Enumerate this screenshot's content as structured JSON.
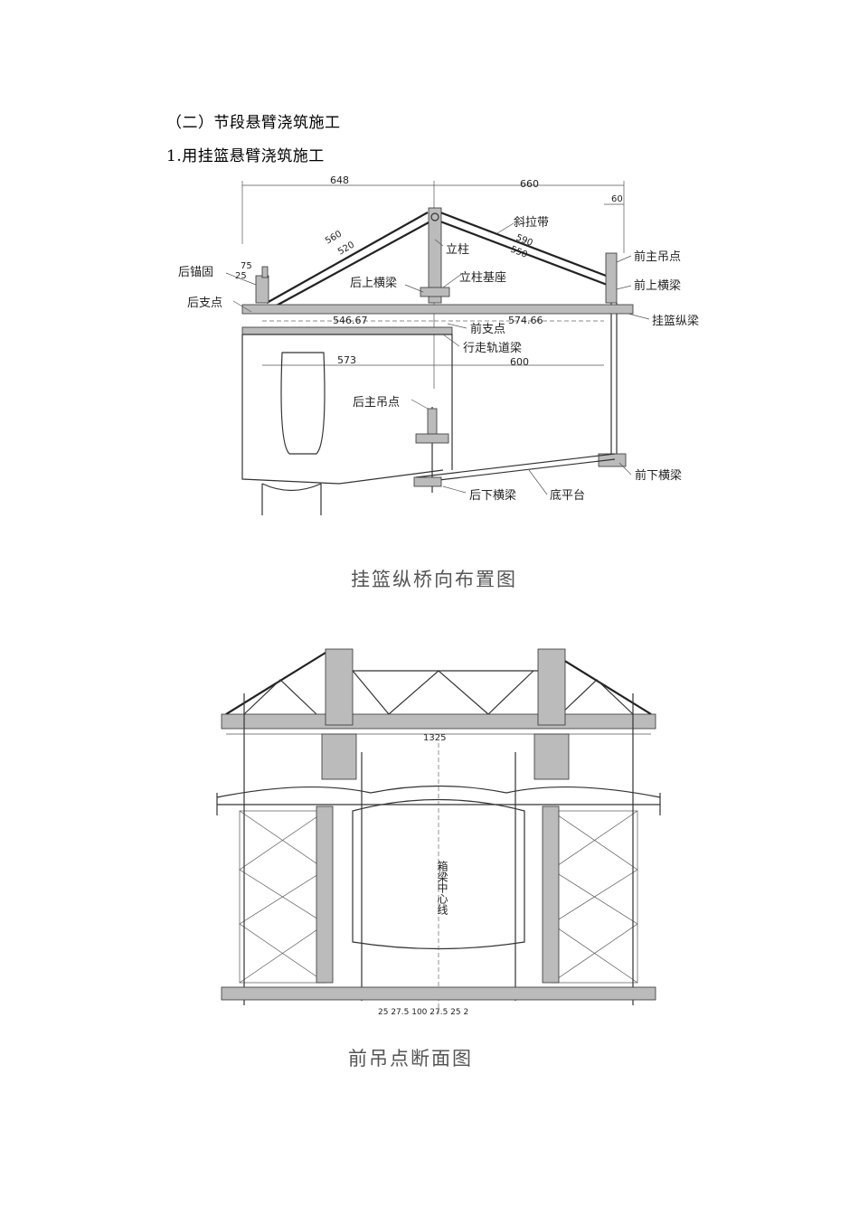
{
  "section_heading": "（二）节段悬臂浇筑施工",
  "sub_heading": "1.用挂篮悬臂浇筑施工",
  "figure1": {
    "caption": "挂篮纵桥向布置图",
    "dims": {
      "d648": "648",
      "d660": "660",
      "d60": "60",
      "d75": "75",
      "d25": "25",
      "d560": "560",
      "d520": "520",
      "d590": "590",
      "d550": "550",
      "d546": "546.67",
      "d574": "574.66",
      "d573": "573",
      "d600": "600"
    },
    "labels": {
      "rear_anchor": "后锚固",
      "rear_support": "后支点",
      "rear_upper_beam": "后上横梁",
      "column": "立柱",
      "column_base": "立柱基座",
      "stay_band": "斜拉带",
      "front_main_hanger": "前主吊点",
      "front_upper_beam": "前上横梁",
      "longitudinal_beam": "挂篮纵梁",
      "front_support": "前支点",
      "track_beam": "行走轨道梁",
      "rear_main_hanger": "后主吊点",
      "front_lower_beam": "前下横梁",
      "rear_lower_beam": "后下横梁",
      "bottom_platform": "底平台"
    }
  },
  "figure2": {
    "caption": "前吊点断面图",
    "dims": {
      "span": "1325",
      "bottom_dims": "25  27.5  100  27.5  25  2"
    },
    "center_line": "箱梁中心线"
  }
}
